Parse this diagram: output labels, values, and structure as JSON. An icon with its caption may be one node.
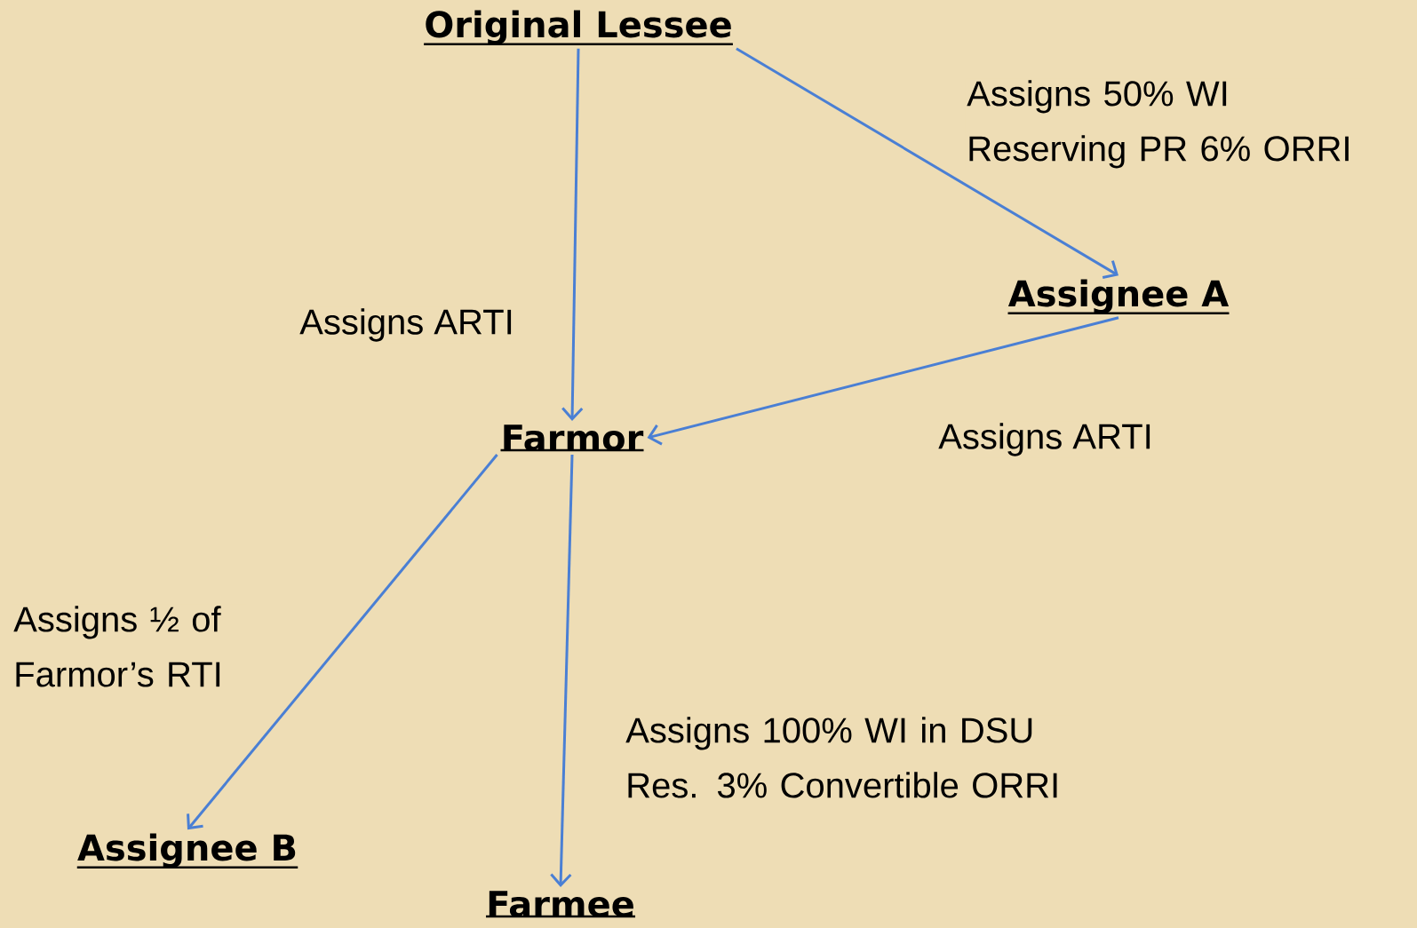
{
  "diagram": {
    "nodes": [
      {
        "text": [
          "Original Lessee"
        ]
      },
      {
        "text": [
          "Assignee A"
        ]
      },
      {
        "text": [
          "Farmor"
        ]
      },
      {
        "text": [
          "Assignee B"
        ]
      },
      {
        "text": [
          "Farmee"
        ]
      }
    ],
    "edges": [
      {
        "from": 0,
        "to": 2,
        "arrow": "to",
        "label": "Assigns ARTI"
      },
      {
        "from": 0,
        "to": 1,
        "arrow": "to",
        "label": "Assigns 50% WI Reserving PR 6% ORRI"
      },
      {
        "from": 1,
        "to": 2,
        "arrow": "to",
        "label": "Assigns ARTI"
      },
      {
        "from": 2,
        "to": 3,
        "arrow": "to",
        "label": "Assigns ½ of Farmor’s RTI"
      },
      {
        "from": 2,
        "to": 4,
        "arrow": "to",
        "label": "Assigns 100% WI in DSU Res. 3% Convertible ORRI"
      }
    ]
  }
}
